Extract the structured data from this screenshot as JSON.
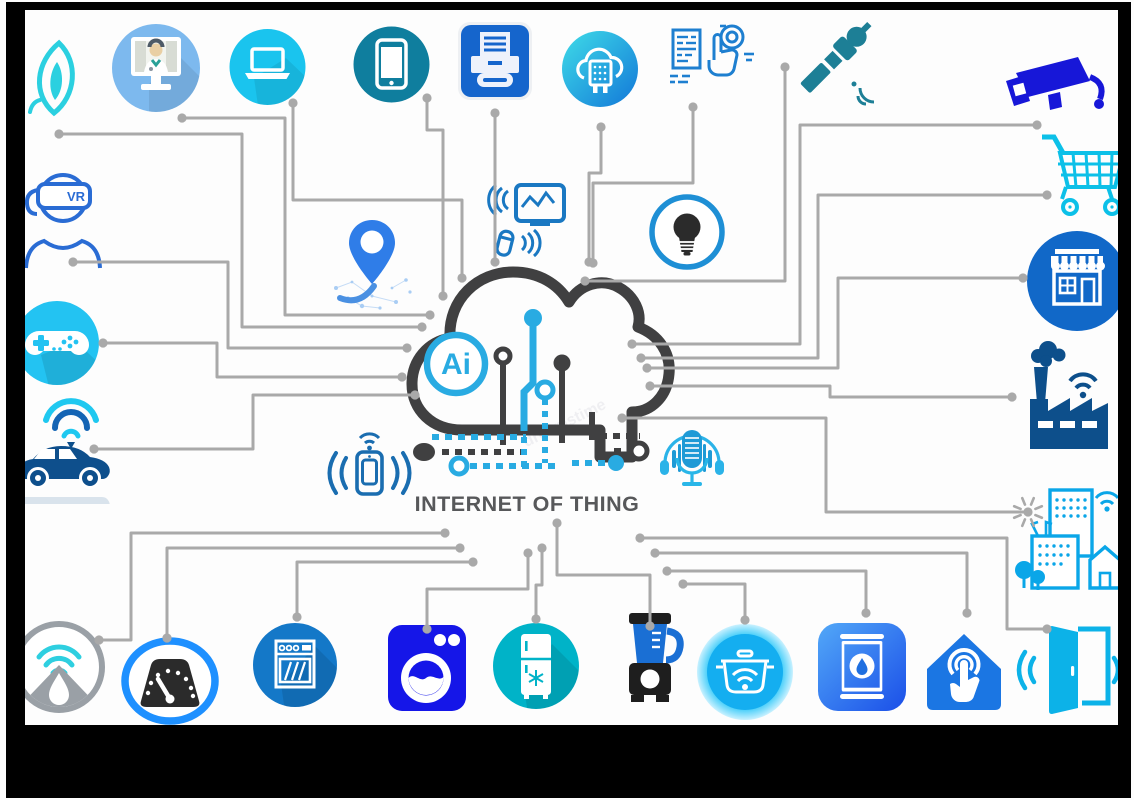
{
  "title": {
    "text": "INTERNET OF THING"
  },
  "cloud": {
    "ai_label": "Ai"
  },
  "vr": {
    "label": "VR"
  },
  "watermark": {
    "text": "dreamstime"
  },
  "colors": {
    "line_gray": "#a9a9a9",
    "cloud_outline": "#404041",
    "title_text": "#57585a",
    "accent_cyan": "#29abe2",
    "bright_cyan": "#1ac4ee",
    "vivid_blue": "#1516e8",
    "medium_blue": "#1565cc",
    "navy": "#0d4f8b",
    "teal": "#1d7f96",
    "outline_blue": "#1a78c2"
  },
  "icons": [
    "eco-plant-icon",
    "telemedicine-icon",
    "laptop-icon",
    "smartphone-icon",
    "printer-icon",
    "cloud-server-icon",
    "digital-document-icon",
    "satellite-icon",
    "cctv-camera-icon",
    "shopping-cart-icon",
    "vr-headset-icon",
    "location-pin-icon",
    "health-monitor-icon",
    "lightbulb-icon",
    "store-icon",
    "gamepad-icon",
    "factory-icon",
    "smart-car-icon",
    "connected-phone-icon",
    "voice-assistant-icon",
    "smart-city-icon",
    "water-sensor-icon",
    "smart-meter-icon",
    "dishwasher-icon",
    "washing-machine-icon",
    "refrigerator-icon",
    "blender-icon",
    "smart-cooker-icon",
    "oil-tank-icon",
    "smart-home-icon",
    "smart-door-icon",
    "ai-cloud-icon"
  ]
}
